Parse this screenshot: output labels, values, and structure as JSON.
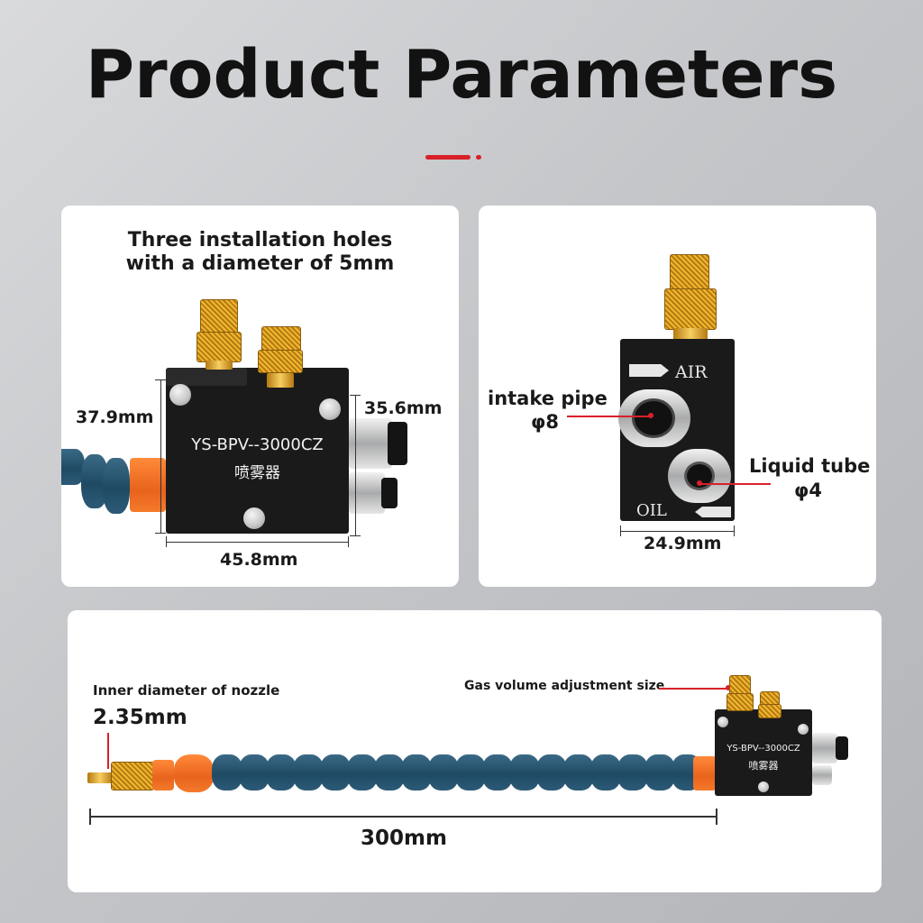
{
  "page": {
    "title": "Product Parameters"
  },
  "panel_top_left": {
    "heading_line1": "Three installation holes",
    "heading_line2": "with a diameter of 5mm",
    "dim_height": "37.9mm",
    "dim_right": "35.6mm",
    "dim_width": "45.8mm",
    "model": "YS-BPV--3000CZ",
    "model_cn": "喷雾器"
  },
  "panel_top_right": {
    "air_label": "AIR",
    "oil_label": "OIL",
    "intake_line1": "intake pipe",
    "intake_line2": "φ8",
    "liquid_line1": "Liquid tube",
    "liquid_line2": "φ4",
    "dim_width": "24.9mm"
  },
  "panel_bottom": {
    "nozzle_label": "Inner diameter of nozzle",
    "nozzle_value": "2.35mm",
    "gas_label": "Gas volume adjustment size",
    "length": "300mm",
    "model": "YS-BPV--3000CZ",
    "model_cn": "喷雾器"
  },
  "colors": {
    "accent": "#d8202a",
    "hose_blue": "#285a78",
    "hose_orange": "#f0742a",
    "brass": "#e0a528",
    "block": "#1a1a1b"
  }
}
